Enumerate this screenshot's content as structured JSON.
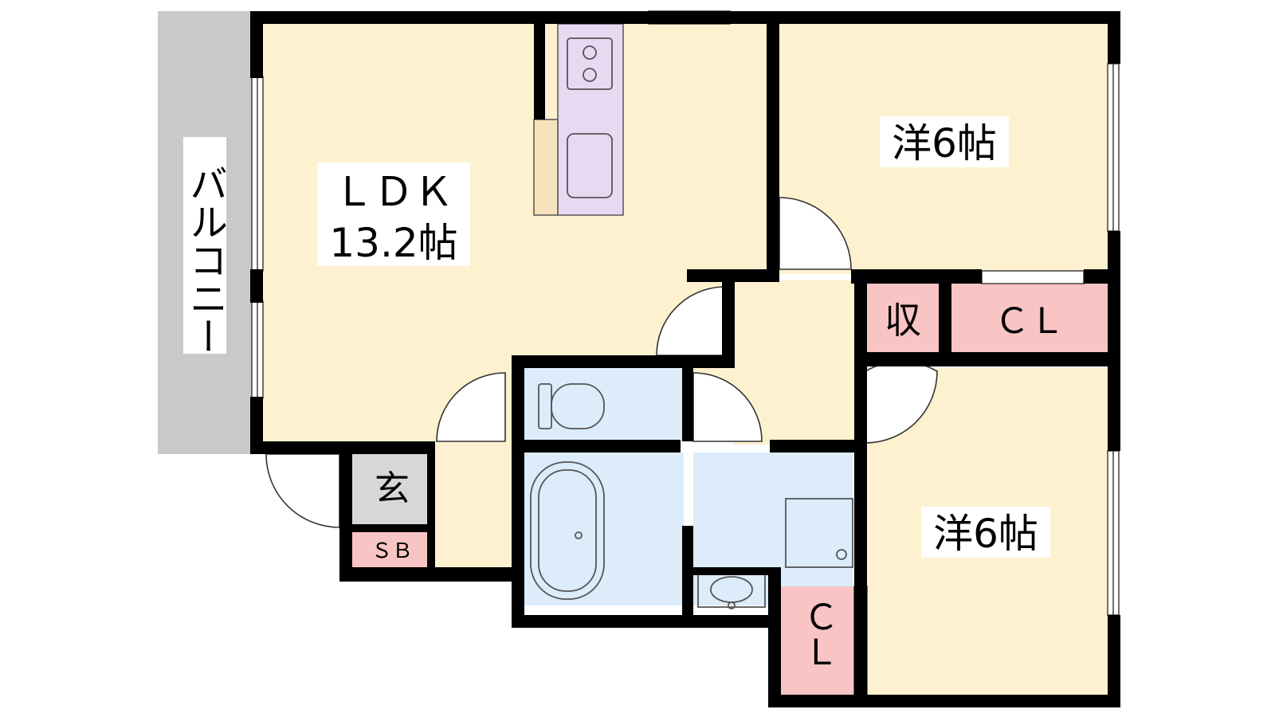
{
  "floorplan": {
    "balcony": {
      "label": "バルコニー"
    },
    "ldk": {
      "label": "ＬＤＫ",
      "size": "13.2帖"
    },
    "bedroom_north": {
      "label": "洋6帖"
    },
    "bedroom_south": {
      "label": "洋6帖"
    },
    "storage": {
      "label": "収"
    },
    "closet_north": {
      "label": "ＣＬ"
    },
    "closet_south": {
      "label": "ＣＬ"
    },
    "entrance": {
      "label": "玄"
    },
    "shoe_box": {
      "label": "ＳＢ"
    }
  },
  "colors": {
    "wall": "#000000",
    "room_floor": "#fdf1cf",
    "wet_area": "#dcecfb",
    "closet": "#f9c4c4",
    "kitchen": "#e7d9f2",
    "counter": "#f6e2bb",
    "entrance_floor": "#d7d7d7",
    "balcony": "#c9c9c9"
  }
}
